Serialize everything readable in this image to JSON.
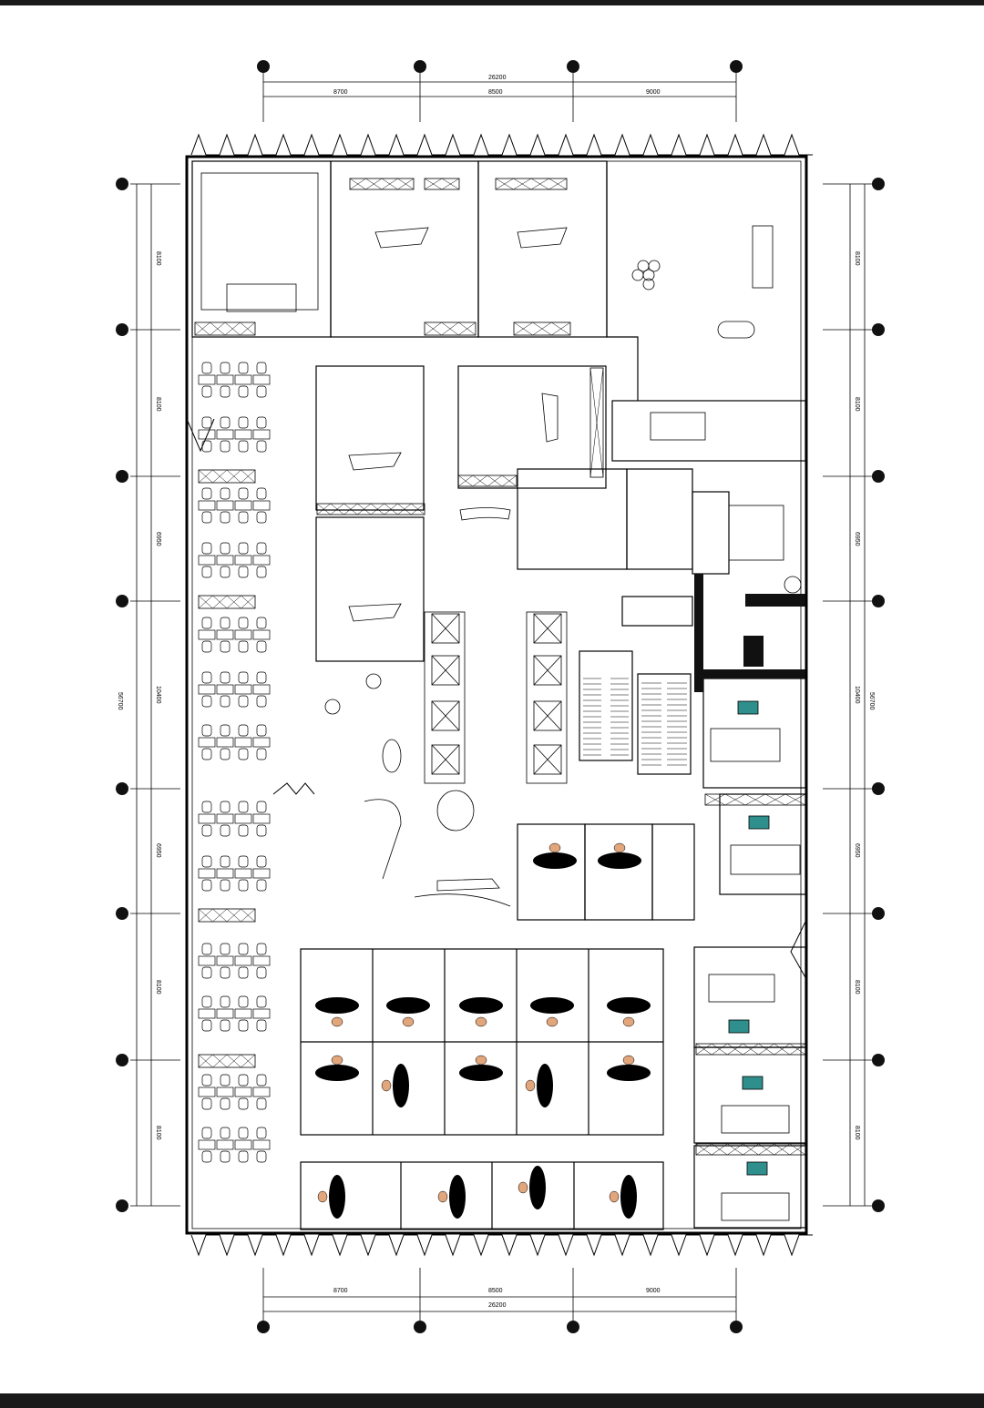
{
  "dimensions": {
    "top_total": "26200",
    "top_spans": [
      "8700",
      "8500",
      "9000"
    ],
    "bottom_total": "26200",
    "bottom_spans": [
      "8700",
      "8500",
      "9000"
    ],
    "left_total": "56700",
    "left_spans": [
      "8100",
      "8100",
      "6950",
      "10400",
      "6950",
      "8100",
      "8100"
    ],
    "right_total": "56700",
    "right_spans": [
      "8100",
      "8100",
      "6950",
      "10400",
      "6950",
      "8100",
      "8100"
    ]
  }
}
